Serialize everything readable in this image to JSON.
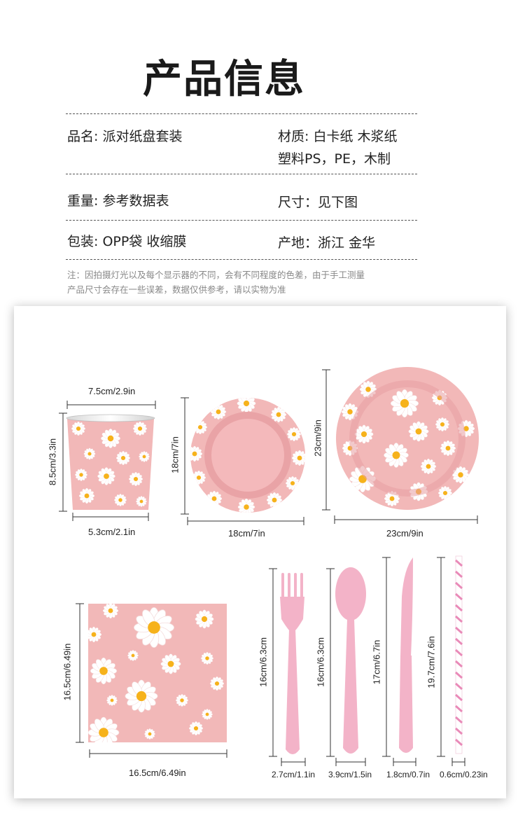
{
  "title": "产品信息",
  "info": {
    "name": "品名: 派对纸盘套装",
    "material_line1": "材质: 白卡纸 木浆纸",
    "material_line2": "塑料PS，PE，木制",
    "weight": "重量: 参考数据表",
    "size": "尺寸：见下图",
    "packaging": "包装: OPP袋 收缩膜",
    "origin": "产地：浙江 金华"
  },
  "note": {
    "line1": "注：因拍摄灯光以及每个显示器的不同，会有不同程度的色差，由于手工测量",
    "line2": "产品尺寸会存在一些误差，数据仅供参考，请以实物为准"
  },
  "dimensions": {
    "cup_top": "7.5cm/2.9in",
    "cup_height": "8.5cm/3.3in",
    "cup_bottom": "5.3cm/2.1in",
    "small_plate_w": "18cm/7in",
    "small_plate_h": "18cm/7in",
    "large_plate_w": "23cm/9in",
    "large_plate_h": "23cm/9in",
    "napkin_w": "16.5cm/6.49in",
    "napkin_h": "16.5cm/6.49in",
    "fork_h": "16cm/6.3cm",
    "fork_w": "2.7cm/1.1in",
    "spoon_h": "16cm/6.3cm",
    "spoon_w": "3.9cm/1.5in",
    "knife_h": "17cm/6.7in",
    "knife_w": "1.8cm/0.7in",
    "straw_h": "19.7cm/7.6in",
    "straw_w": "0.6cm/0.23in"
  },
  "colors": {
    "pink": "#f2b8b8",
    "pink_dark": "#e9a3a6",
    "cutlery_pink": "#f3b3c8",
    "daisy_center": "#f6b21b",
    "straw_stripe": "#e98ab8"
  }
}
